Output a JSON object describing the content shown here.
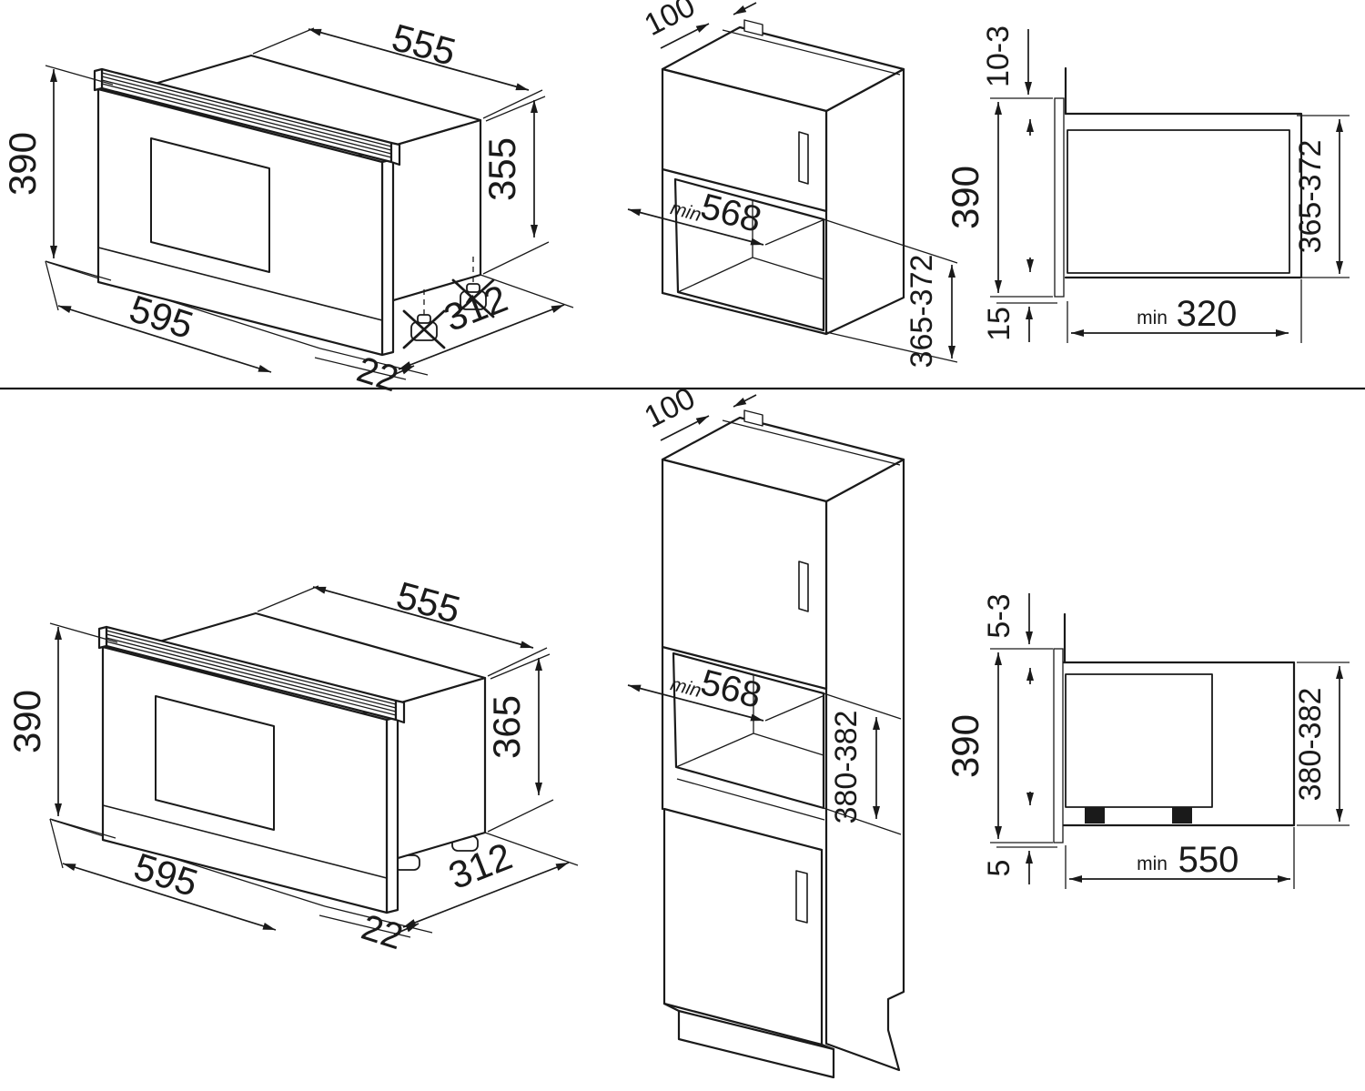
{
  "colors": {
    "line": "#1a1a1a",
    "background": "#ffffff"
  },
  "views": {
    "oven_top": {
      "top_width": "555",
      "front_height": "390",
      "side_height": "355",
      "front_width": "595",
      "side_depth": "312",
      "door_offset": "22"
    },
    "cabinet_top": {
      "rear_recess": "100",
      "min_label": "min",
      "niche_width": "568",
      "niche_height": "365-372"
    },
    "section_top": {
      "top_gap": "10-3",
      "front_height": "390",
      "bottom_gap": "15",
      "niche_height": "365-372",
      "min_label": "min",
      "niche_depth": "320"
    },
    "oven_bottom": {
      "top_width": "555",
      "front_height": "390",
      "side_height": "365",
      "front_width": "595",
      "side_depth": "312",
      "door_offset": "22"
    },
    "cabinet_bottom": {
      "rear_recess": "100",
      "min_label": "min",
      "niche_width": "568",
      "niche_height": "380-382"
    },
    "section_bottom": {
      "top_gap": "5-3",
      "front_height": "390",
      "bottom_gap": "5",
      "niche_height": "380-382",
      "min_label": "min",
      "niche_depth": "550"
    }
  }
}
